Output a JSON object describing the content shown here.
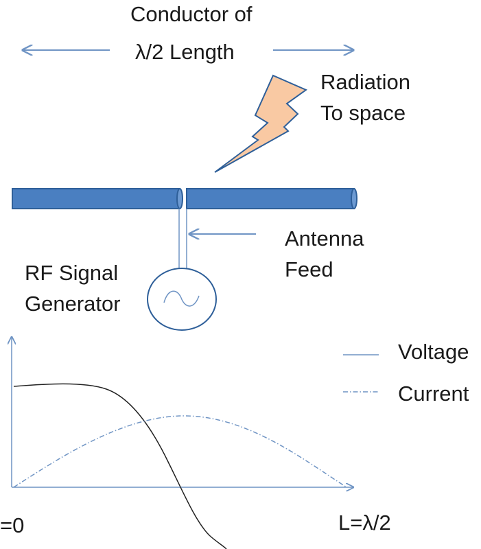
{
  "conductor": {
    "title_line1": "Conductor of",
    "title_line2": "λ/2  Length"
  },
  "radiation": {
    "line1": "Radiation",
    "line2": "To space"
  },
  "feed": {
    "line1": "Antenna",
    "line2": "Feed"
  },
  "generator": {
    "line1": "RF Signal",
    "line2": "Generator"
  },
  "legend": {
    "voltage": "Voltage",
    "current": "Current"
  },
  "axis": {
    "start_label": "=0",
    "end_label": "L=λ/2"
  },
  "colors": {
    "dipole_fill": "#4a7fc1",
    "dipole_stroke": "#2e5f99",
    "bolt_fill": "#f9c9a3",
    "bolt_stroke": "#2e5f99",
    "line_blue": "#6f94c4",
    "voltage_curve": "#222222",
    "current_curve": "#6f94c4"
  }
}
